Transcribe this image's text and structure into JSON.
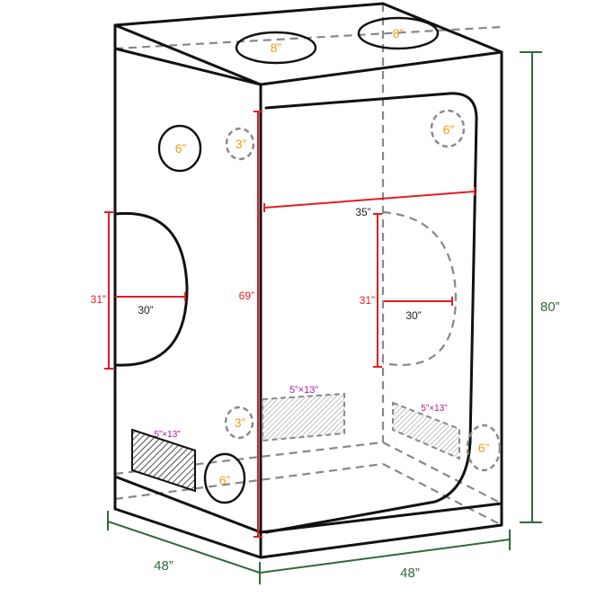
{
  "dimensions": {
    "width": "48”",
    "depth": "48”",
    "height": "80”",
    "front_door_height": "69”",
    "front_door_width": "35”",
    "side_window_height": "31”",
    "side_window_width": "30”",
    "back_window_height": "31”",
    "back_window_width": "30”"
  },
  "ports": {
    "top_left": "8”",
    "top_right": "8”",
    "left_upper_large": "6”",
    "left_upper_small": "3”",
    "left_lower_small": "3”",
    "left_lower_large": "6”",
    "back_upper": "6”",
    "right_lower": "6”"
  },
  "vents": {
    "left_side": "5”×13”",
    "back_left": "5”×13”",
    "back_right": "5”×13”"
  },
  "colors": {
    "outline": "#111111",
    "hidden_lines": "#888888",
    "measure_red": "#e31e24",
    "measure_green": "#2e6b3a",
    "port_label": "#e8a317",
    "vent_label": "#b2179e"
  }
}
